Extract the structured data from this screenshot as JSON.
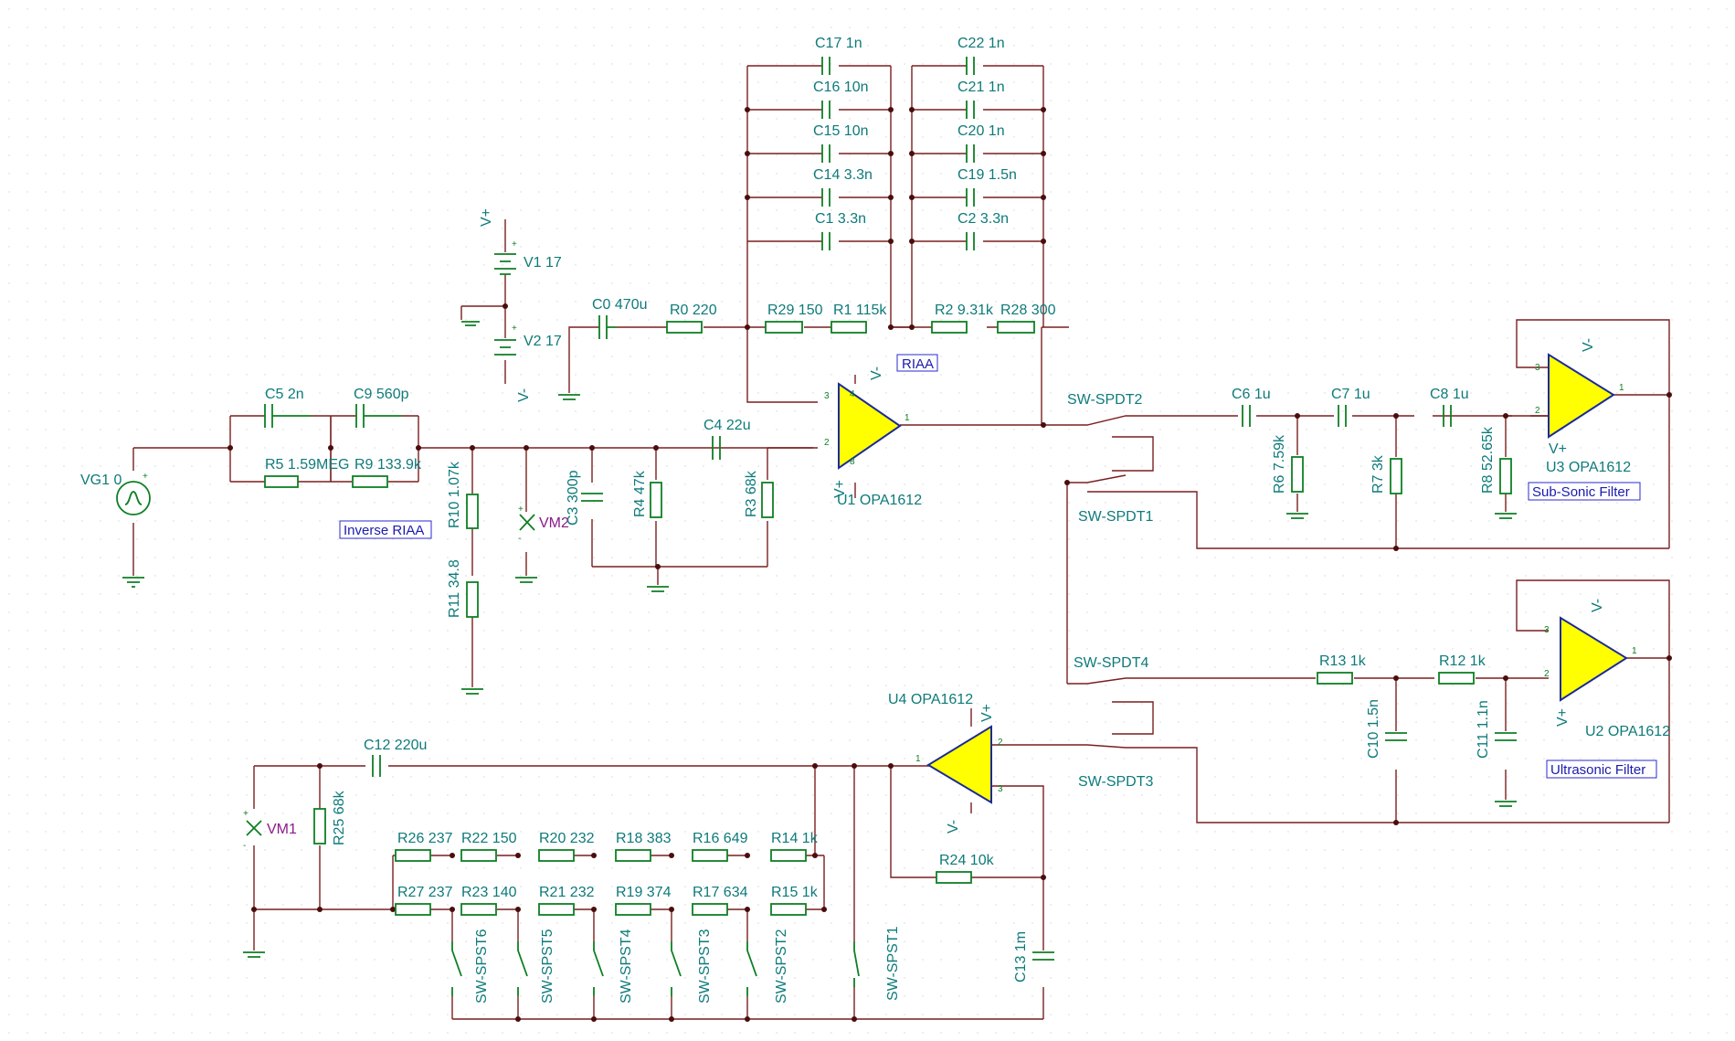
{
  "labels": {
    "VG1": "VG1 0",
    "V1": "V1 17",
    "V2": "V2 17",
    "C5": "C5 2n",
    "C9": "C9 560p",
    "R5": "R5 1.59MEG",
    "R9": "R9 133.9k",
    "R10": "R10 1.07k",
    "R11": "R11 34.8",
    "C3": "C3 300p",
    "R4": "R4 47k",
    "C4": "C4 22u",
    "R3": "R3 68k",
    "C0": "C0 470u",
    "R0": "R0 220",
    "R29": "R29 150",
    "R1": "R1 115k",
    "R2": "R2 9.31k",
    "R28": "R28 300",
    "C17": "C17 1n",
    "C16": "C16 10n",
    "C15": "C15 10n",
    "C14": "C14 3.3n",
    "C1": "C1 3.3n",
    "C22": "C22 1n",
    "C21": "C21 1n",
    "C20": "C20 1n",
    "C19": "C19 1.5n",
    "C2": "C2 3.3n",
    "U1": "U1 OPA1612",
    "SW_SPDT2": "SW-SPDT2",
    "SW_SPDT1": "SW-SPDT1",
    "SW_SPDT4": "SW-SPDT4",
    "SW_SPDT3": "SW-SPDT3",
    "C6": "C6 1u",
    "C7": "C7 1u",
    "C8": "C8 1u",
    "R6": "R6 7.59k",
    "R7": "R7 3k",
    "R8": "R8 52.65k",
    "U3": "U3 OPA1612",
    "R13": "R13 1k",
    "R12": "R12 1k",
    "C10": "C10 1.5n",
    "C11": "C11 1.1n",
    "U2": "U2 OPA1612",
    "U4": "U4 OPA1612",
    "C12": "C12 220u",
    "R25": "R25 68k",
    "R26": "R26 237",
    "R22": "R22 150",
    "R20": "R20 232",
    "R18": "R18 383",
    "R16": "R16 649",
    "R14": "R14 1k",
    "R27": "R27 237",
    "R23": "R23 140",
    "R21": "R21 232",
    "R19": "R19 374",
    "R17": "R17 634",
    "R15": "R15 1k",
    "R24": "R24 10k",
    "C13": "C13 1m",
    "SW_SPST6": "SW-SPST6",
    "SW_SPST5": "SW-SPST5",
    "SW_SPST4": "SW-SPST4",
    "SW_SPST3": "SW-SPST3",
    "SW_SPST2": "SW-SPST2",
    "SW_SPST1": "SW-SPST1",
    "VM1": "VM1",
    "VM2": "VM2"
  },
  "rails": {
    "pos": "V+",
    "neg": "V-"
  },
  "blocks": {
    "riaa": "RIAA",
    "inverse_riaa": "Inverse RIAA",
    "subsonic": "Sub-Sonic Filter",
    "ultrasonic": "Ultrasonic Filter"
  },
  "pins": {
    "p1": "1",
    "p2": "2",
    "p3": "3",
    "p4": "4",
    "p8": "8",
    "plus": "+",
    "minus": "-"
  },
  "colors": {
    "wire": "#7a1f1f",
    "component": "#0e7f24",
    "label": "#0e7a7a",
    "opamp_fill": "#ffff00",
    "meter": "#8b1a8b",
    "block_label": "#1a1ab0"
  }
}
